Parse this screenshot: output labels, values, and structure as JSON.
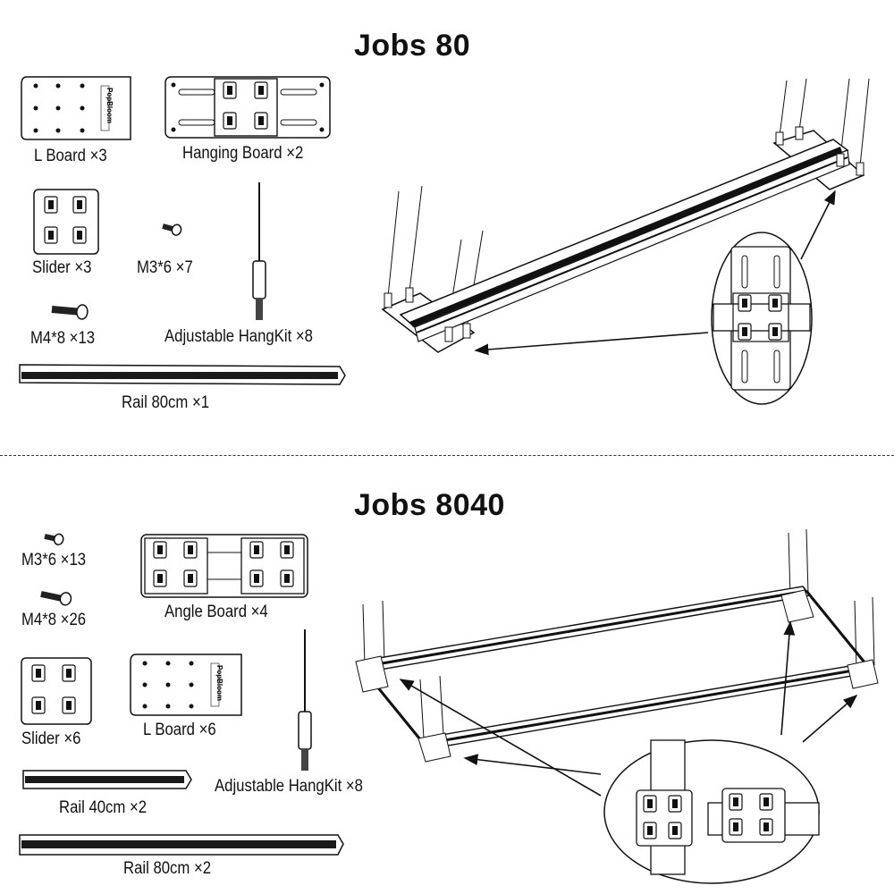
{
  "section1": {
    "title": "Jobs 80",
    "parts": {
      "l_board": "L Board ×3",
      "hanging_board": "Hanging Board ×2",
      "slider": "Slider ×3",
      "m3_screw": "M3*6 ×7",
      "m4_screw": "M4*8 ×13",
      "hangkit": "Adjustable HangKit  ×8",
      "rail": "Rail 80cm ×1"
    },
    "brand_mark": "PopBloom"
  },
  "section2": {
    "title": "Jobs 8040",
    "parts": {
      "m3_screw": "M3*6 ×13",
      "m4_screw": "M4*8 ×26",
      "angle_board": "Angle Board  ×4",
      "slider": "Slider ×6",
      "l_board": "L Board  ×6",
      "hangkit": "Adjustable HangKit  ×8",
      "rail40": "Rail 40cm ×2",
      "rail80": "Rail 80cm ×2"
    },
    "brand_mark": "PopBloom"
  },
  "colors": {
    "line": "#222222",
    "rail_dark": "#1a1a1a",
    "background": "#ffffff"
  }
}
